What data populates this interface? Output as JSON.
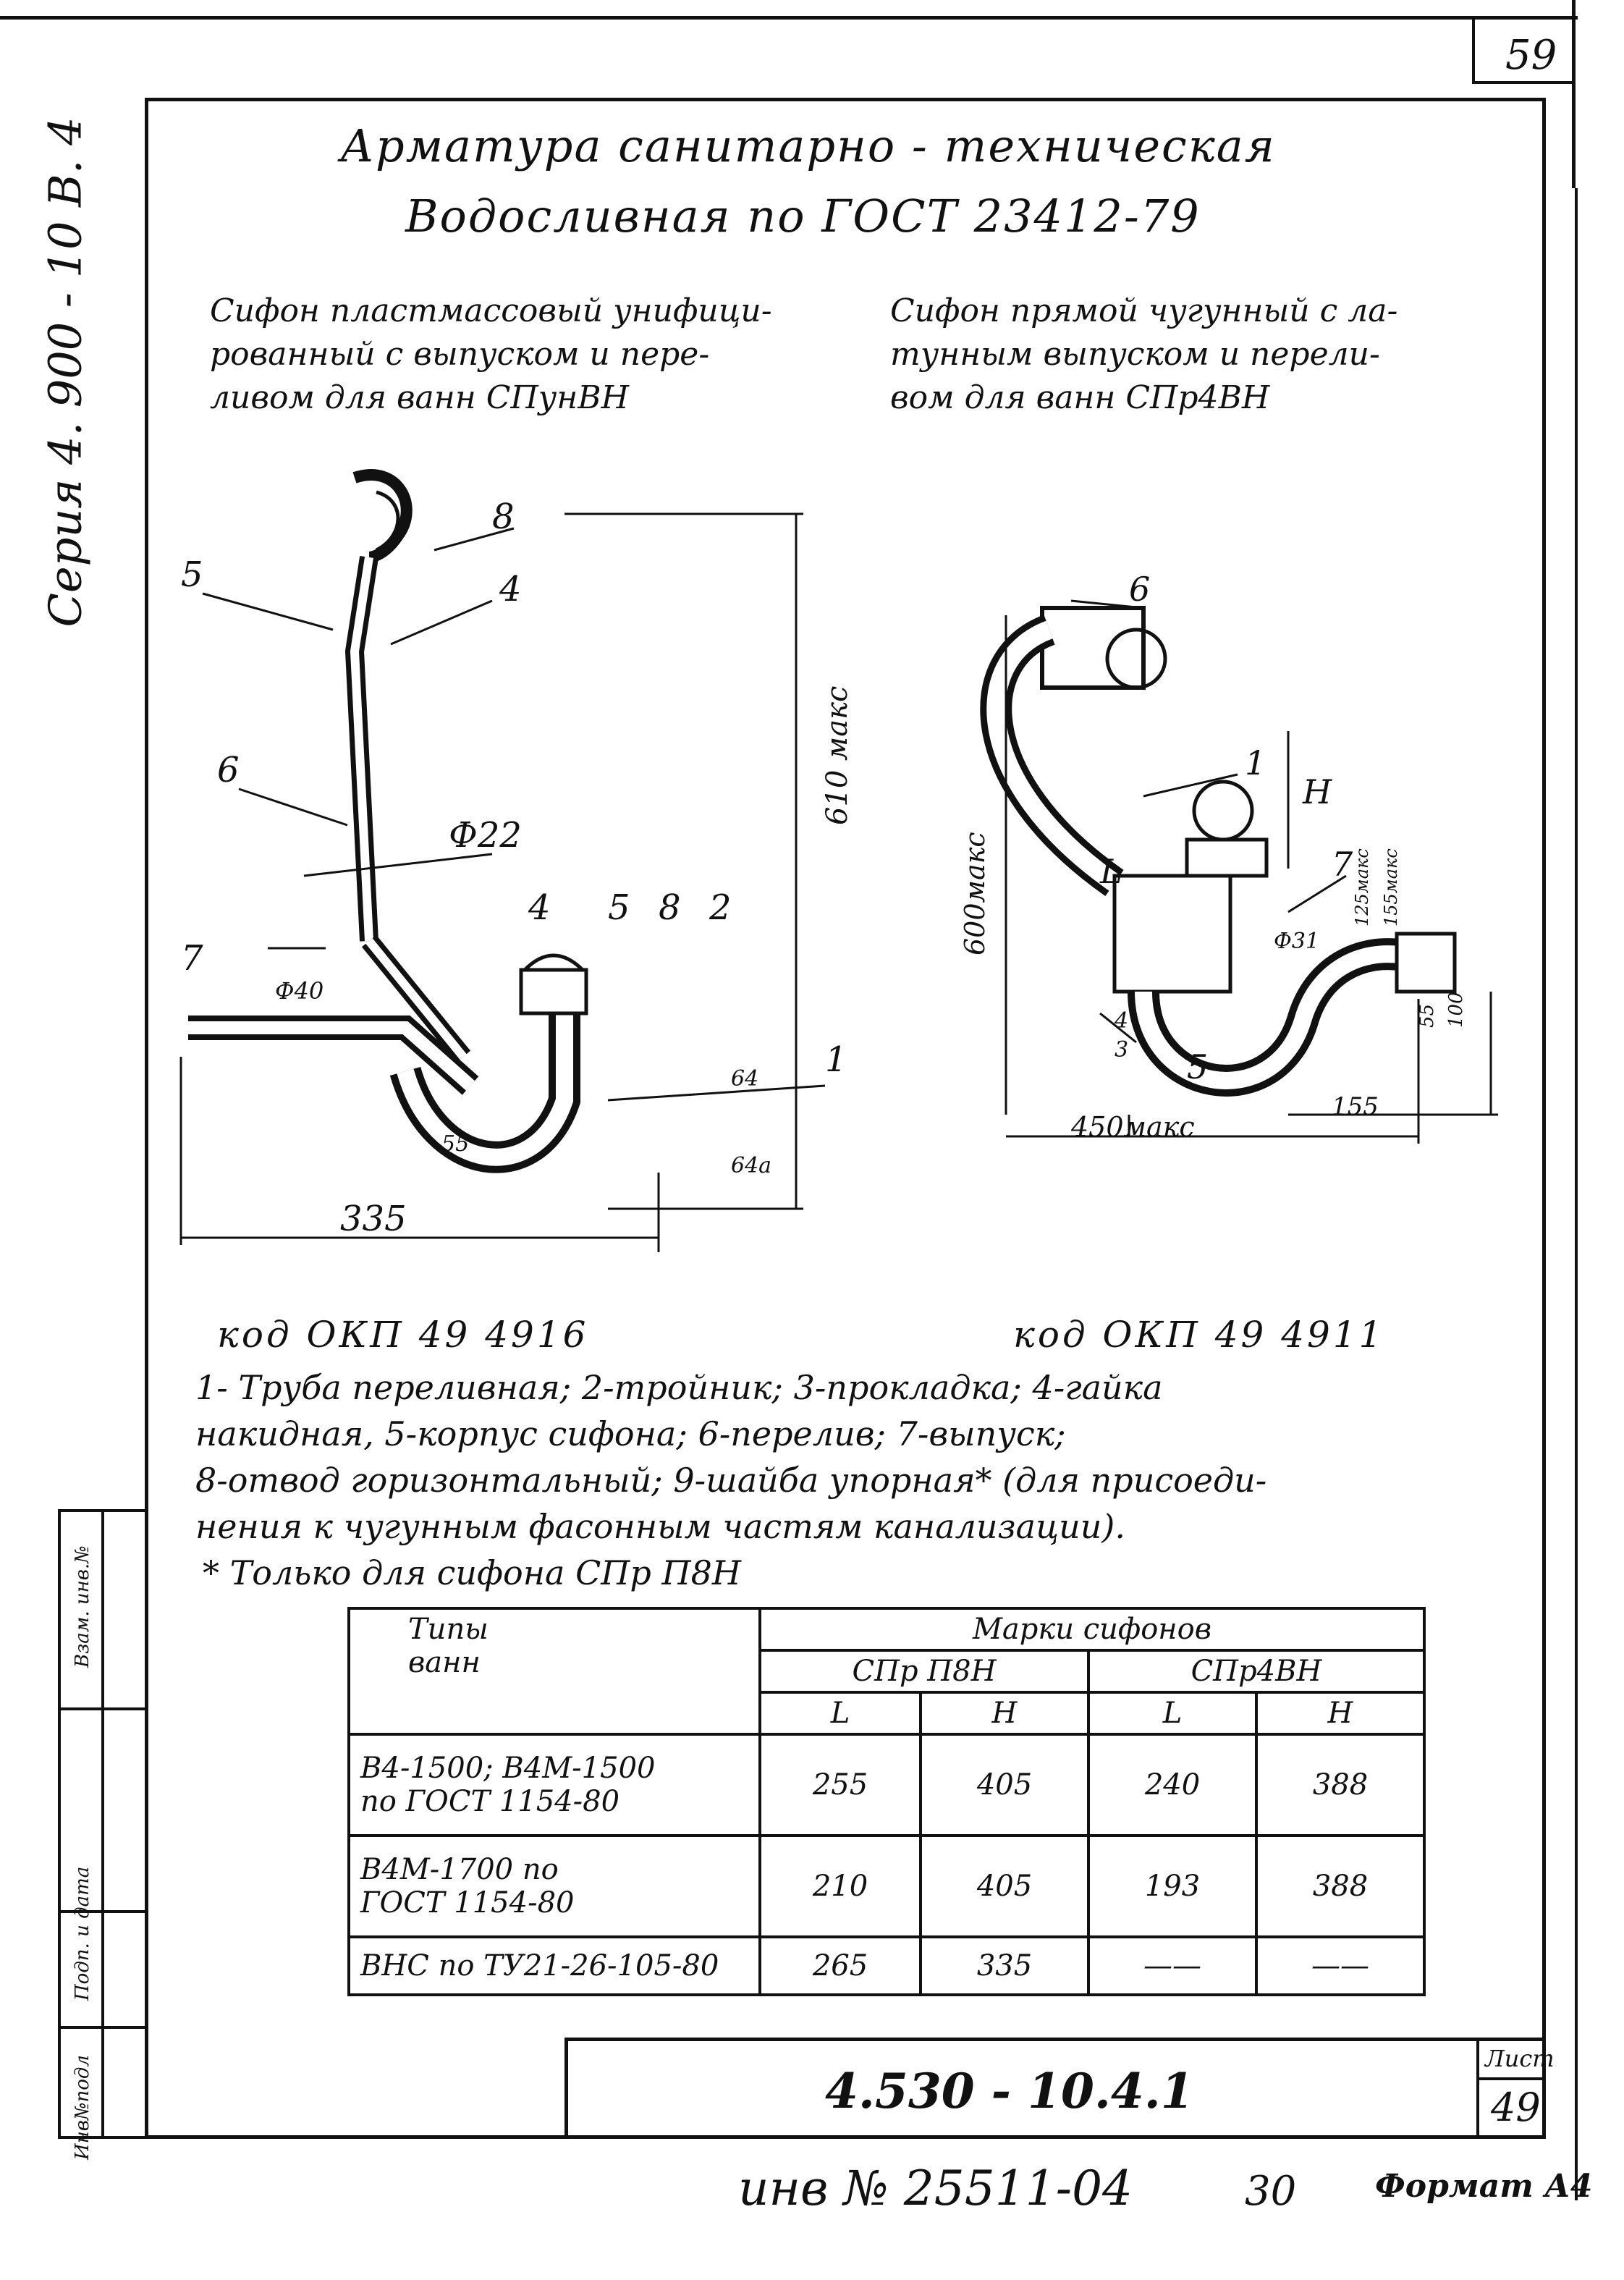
{
  "page_number": "59",
  "side_series": "Серия 4. 900 - 10 В. 4",
  "title_line1": "Арматура санитарно - техническая",
  "title_line2": "Водосливная по ГОСТ 23412-79",
  "left_caption": [
    "Сифон пластмассовый унифици-",
    "рованный с выпуском и пере-",
    "ливом для ванн СПунВН"
  ],
  "right_caption": [
    "Сифон прямой чугунный с ла-",
    "тунным выпуском и перели-",
    "вом для ванн СПр4ВН"
  ],
  "left_drawing": {
    "callouts": [
      "8",
      "5",
      "4",
      "6",
      "Ф22",
      "4",
      "5",
      "8",
      "2",
      "7",
      "Ф40",
      "1",
      "64",
      "55",
      "64а"
    ],
    "dim_height": "610 макс",
    "dim_length": "335"
  },
  "right_drawing": {
    "callouts": [
      "6",
      "1",
      "H",
      "L",
      "7",
      "Ф31",
      "125макс",
      "155макс",
      "4",
      "3",
      "5",
      "55",
      "100"
    ],
    "dim_height": "600макс",
    "dim_length": "450макс",
    "dim_155": "155"
  },
  "left_code": "код ОКП 49 4916",
  "right_code": "код ОКП 49 4911",
  "legend": [
    "1- Труба переливная; 2-тройник; 3-прокладка; 4-гайка",
    "накидная, 5-корпус сифона; 6-перелив; 7-выпуск;",
    "8-отвод горизонтальный; 9-шайба упорная* (для присоеди-",
    "нения к чугунным фасонным частям канализации).",
    "* Только для сифона СПр П8Н"
  ],
  "table": {
    "header_types": [
      "Типы",
      "ванн"
    ],
    "header_marks": "Марки сифонов",
    "sub1": "СПр П8Н",
    "sub2": "СПр4ВН",
    "cols": [
      "L",
      "H",
      "L",
      "H"
    ],
    "rows": [
      {
        "type": [
          "В4-1500; В4М-1500",
          "по ГОСТ 1154-80"
        ],
        "v": [
          "255",
          "405",
          "240",
          "388"
        ]
      },
      {
        "type": [
          "В4М-1700 по",
          "ГОСТ 1154-80"
        ],
        "v": [
          "210",
          "405",
          "193",
          "388"
        ]
      },
      {
        "type": [
          "ВНС по ТУ21-26-105-80"
        ],
        "v": [
          "265",
          "335",
          "——",
          "——"
        ]
      }
    ]
  },
  "stamp_code": "4.530 - 10.4.1",
  "sheet_label": "Лист",
  "sheet_number": "49",
  "side_stamp": [
    "Инв№подл",
    "Подп. и дата",
    "Взам. инв.№"
  ],
  "bottom_inv": "инв № 25511-04",
  "bottom_extra": "30",
  "format": "Формат А4"
}
